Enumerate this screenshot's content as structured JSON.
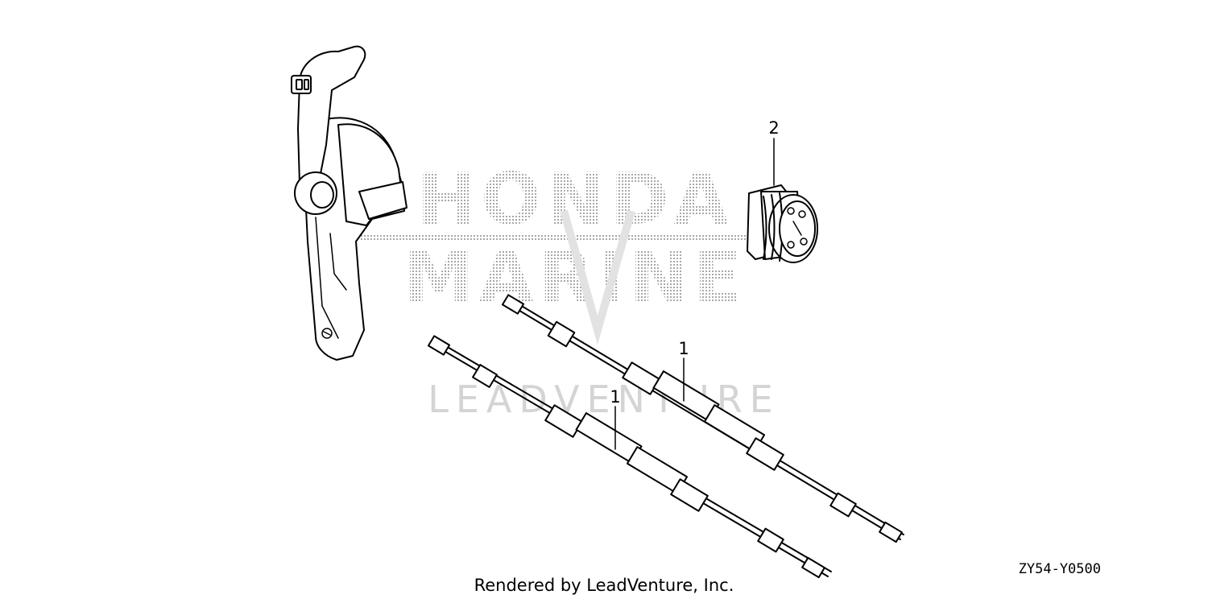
{
  "watermark": {
    "line1": "HONDA",
    "line2": "MARINE",
    "brand": "LEADVENTURE",
    "color_dots": "#a8a8a8",
    "color_brand": "#d4d4d4"
  },
  "callouts": [
    {
      "number": "2",
      "part": "connector"
    },
    {
      "number": "1",
      "part": "cable-rear"
    },
    {
      "number": "1",
      "part": "cable-front"
    }
  ],
  "diagram_code": "ZY54-Y0500",
  "footer": "Rendered by LeadVenture, Inc."
}
